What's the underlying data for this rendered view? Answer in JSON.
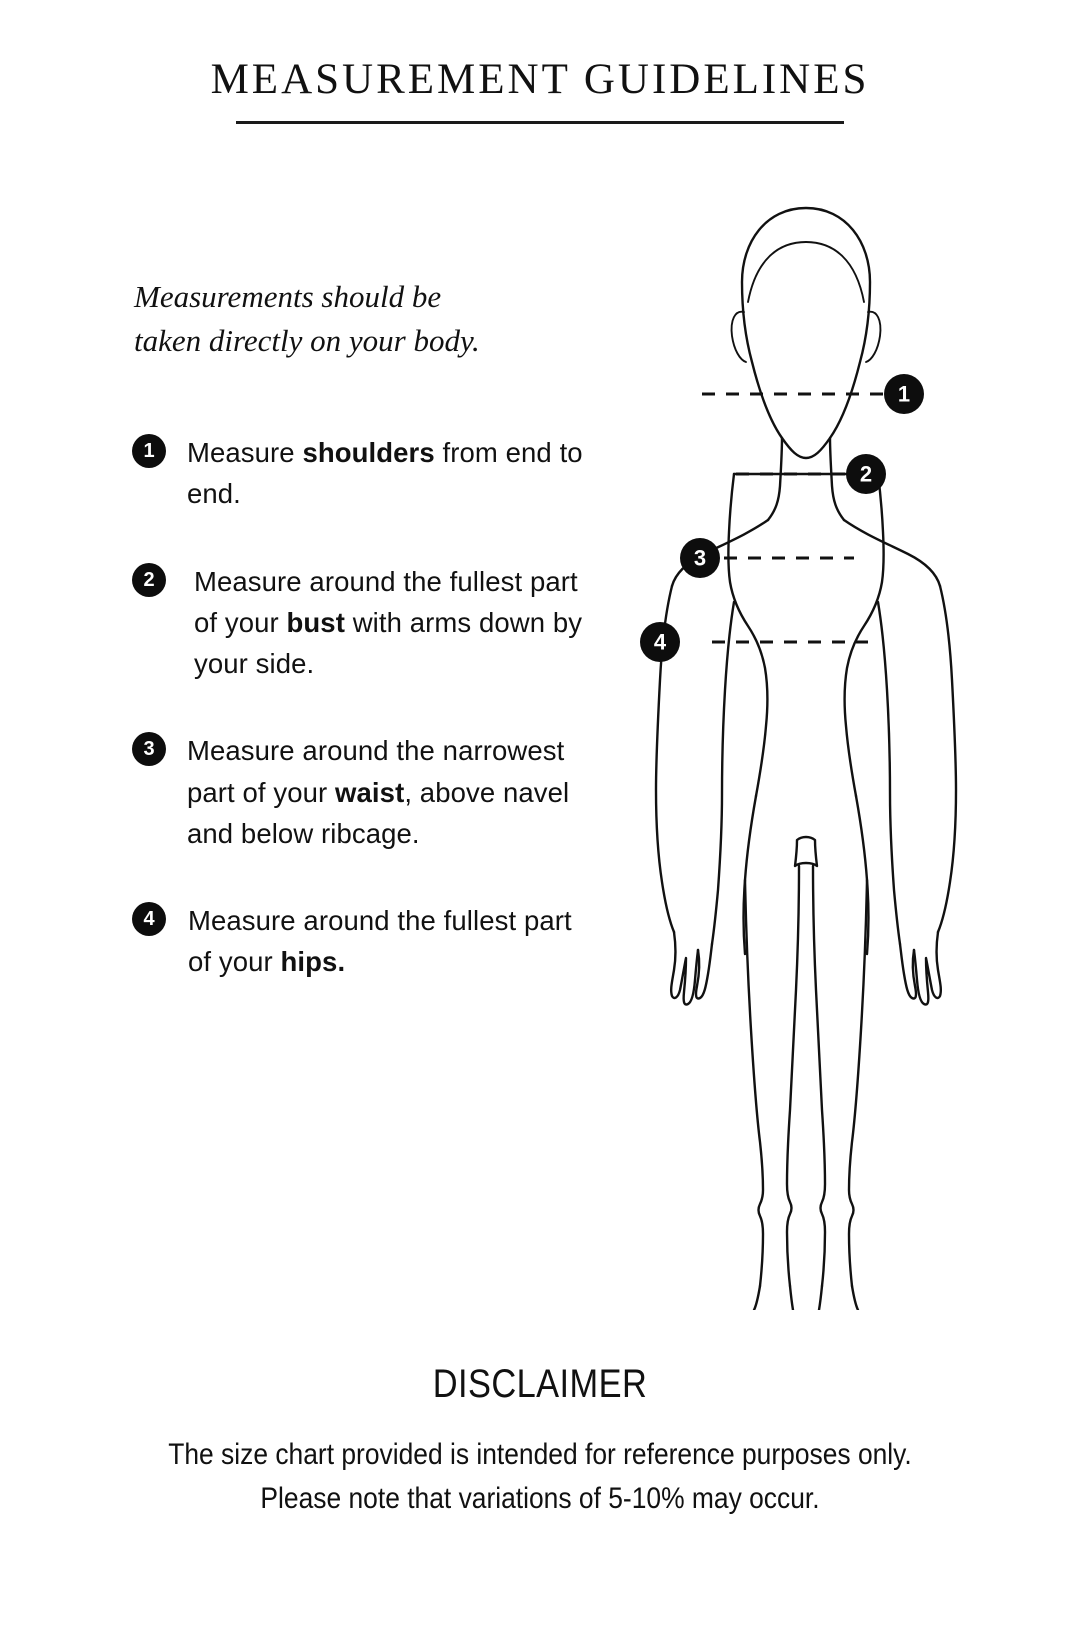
{
  "header": {
    "title": "MEASUREMENT GUIDELINES"
  },
  "intro": {
    "line_1": "Measurements should be",
    "line_2": "taken directly on your body.",
    "full": "Measurements should be taken directly on your body."
  },
  "steps": [
    {
      "number": "1",
      "badge_label": "1",
      "text_before": "Measure ",
      "emphasis": "shoulders",
      "text_after": " from end to end.",
      "full_text": "Measure shoulders from end to end."
    },
    {
      "number": "2",
      "badge_label": "2",
      "text_before": "Measure around the fullest part of your ",
      "emphasis": "bust",
      "text_after": " with arms down by your side.",
      "full_text": "Measure around the fullest part of your bust with arms down by your side."
    },
    {
      "number": "3",
      "badge_label": "3",
      "text_before": "Measure around the narrowest part of your ",
      "emphasis": "waist",
      "text_after": ", above navel and below ribcage.",
      "full_text": "Measure around the narrowest part of your waist, above navel and below ribcage."
    },
    {
      "number": "4",
      "badge_label": "4",
      "text_before": "Measure around the fullest part of your ",
      "emphasis": "hips.",
      "text_after": "",
      "full_text": "Measure around the fullest part of your hips."
    }
  ],
  "figure": {
    "description": "female body outline front view",
    "markers": [
      {
        "label": "1",
        "measurement": "shoulders",
        "side": "right"
      },
      {
        "label": "2",
        "measurement": "bust",
        "side": "right"
      },
      {
        "label": "3",
        "measurement": "waist",
        "side": "left"
      },
      {
        "label": "4",
        "measurement": "hips",
        "side": "left"
      }
    ],
    "guide_lines": [
      {
        "for": "shoulders",
        "style": "dashed"
      },
      {
        "for": "bust",
        "style": "dashed"
      },
      {
        "for": "waist",
        "style": "dashed"
      },
      {
        "for": "hips",
        "style": "dashed"
      }
    ]
  },
  "disclaimer": {
    "title": "DISCLAIMER",
    "line_1": "The size chart provided is intended for reference purposes only.",
    "line_2": "Please note that variations of 5-10% may occur.",
    "variation_range": "5-10%"
  },
  "colors": {
    "background": "#ffffff",
    "text": "#111111",
    "badge_background": "#0d0d0d",
    "badge_text": "#ffffff",
    "rule": "#1a1a1a",
    "figure_outline": "#111111"
  }
}
